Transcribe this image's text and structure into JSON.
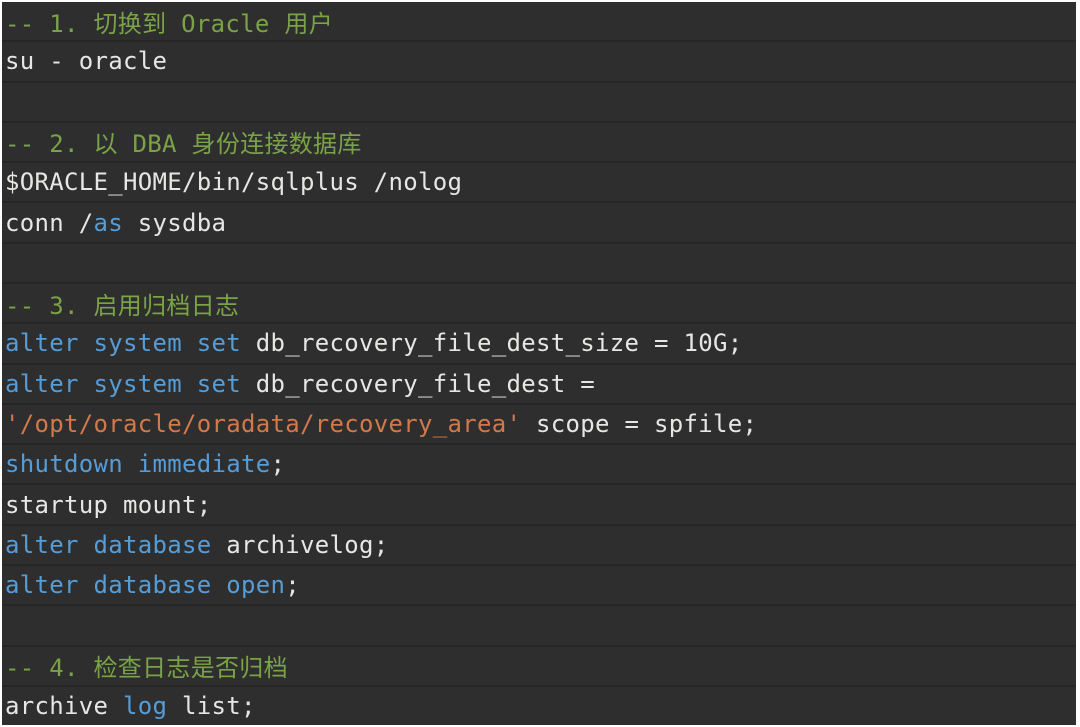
{
  "page": {
    "background": "#ffffff"
  },
  "editor": {
    "background": "#2e2e2e",
    "divider": "#262626",
    "colors": {
      "comment": "#7aa348",
      "keyword": "#569cd6",
      "string": "#d2794b",
      "plain": "#e6e6e4"
    },
    "lines": [
      {
        "tokens": [
          {
            "type": "comment",
            "text": "-- 1. 切换到 Oracle 用户"
          }
        ]
      },
      {
        "tokens": [
          {
            "type": "plain",
            "text": "su - oracle"
          }
        ]
      },
      {
        "tokens": []
      },
      {
        "tokens": [
          {
            "type": "comment",
            "text": "-- 2. 以 DBA 身份连接数据库"
          }
        ]
      },
      {
        "tokens": [
          {
            "type": "plain",
            "text": "$ORACLE_HOME/bin/sqlplus /nolog"
          }
        ]
      },
      {
        "tokens": [
          {
            "type": "plain",
            "text": "conn /"
          },
          {
            "type": "keyword",
            "text": "as"
          },
          {
            "type": "plain",
            "text": " sysdba"
          }
        ]
      },
      {
        "tokens": []
      },
      {
        "tokens": [
          {
            "type": "comment",
            "text": "-- 3. 启用归档日志"
          }
        ]
      },
      {
        "tokens": [
          {
            "type": "keyword",
            "text": "alter system set"
          },
          {
            "type": "plain",
            "text": " db_recovery_file_dest_size = 10G;"
          }
        ]
      },
      {
        "tokens": [
          {
            "type": "keyword",
            "text": "alter system set"
          },
          {
            "type": "plain",
            "text": " db_recovery_file_dest ="
          }
        ]
      },
      {
        "tokens": [
          {
            "type": "string",
            "text": "'/opt/oracle/oradata/recovery_area'"
          },
          {
            "type": "plain",
            "text": " scope = spfile;"
          }
        ]
      },
      {
        "tokens": [
          {
            "type": "keyword",
            "text": "shutdown immediate"
          },
          {
            "type": "plain",
            "text": ";"
          }
        ]
      },
      {
        "tokens": [
          {
            "type": "plain",
            "text": "startup mount;"
          }
        ]
      },
      {
        "tokens": [
          {
            "type": "keyword",
            "text": "alter database"
          },
          {
            "type": "plain",
            "text": " archivelog;"
          }
        ]
      },
      {
        "tokens": [
          {
            "type": "keyword",
            "text": "alter database open"
          },
          {
            "type": "plain",
            "text": ";"
          }
        ]
      },
      {
        "tokens": []
      },
      {
        "tokens": [
          {
            "type": "comment",
            "text": "-- 4. 检查日志是否归档"
          }
        ]
      },
      {
        "tokens": [
          {
            "type": "plain",
            "text": "archive "
          },
          {
            "type": "keyword",
            "text": "log"
          },
          {
            "type": "plain",
            "text": " list;"
          }
        ]
      }
    ]
  }
}
